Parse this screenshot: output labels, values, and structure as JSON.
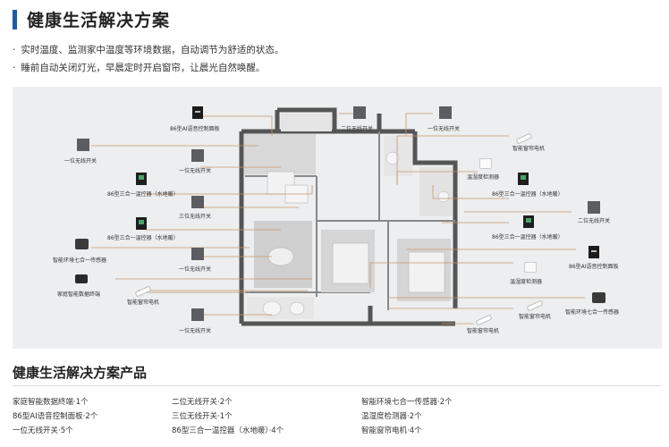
{
  "title": "健康生活解决方案",
  "bullets": [
    "实时温度、监测家中温度等环境数据，自动调节为舒适的状态。",
    "睡前自动关闭灯光，早晨定时开启窗帘，让晨光自然唤醒。"
  ],
  "devices": {
    "panel_top": "86型AI语音控制面板",
    "switch2_top": "二位无线开关",
    "switch1_top": "一位无线开关",
    "motor_top": "智能窗帘电机",
    "switch1_left": "一位无线开关",
    "switch1_mid1": "一位无线开关",
    "therm_left1": "86型三合一温控器（水地暖）",
    "switch3_left": "三位无线开关",
    "therm_left2": "86型三合一温控器（水地暖）",
    "sensor_left": "智能环境七合一传感器",
    "switch1_mid2": "一位无线开关",
    "hub_left": "家庭智能数据终端",
    "motor_left": "智能窗帘电机",
    "switch1_bottom": "一位无线开关",
    "hum_right1": "温湿度检测器",
    "therm_right1": "86型三合一温控器（水地暖）",
    "switch2_right": "二位无线开关",
    "therm_right2": "86型三合一温控器（水地暖）",
    "panel_right": "86型AI语音控制面板",
    "hum_right2": "温湿度检测器",
    "sensor_right": "智能环境七合一传感器",
    "motor_right2": "智能窗帘电机",
    "motor_bottom": "智能窗帘电机"
  },
  "section_title": "健康生活解决方案产品",
  "products": [
    [
      "家庭智能数据终端·1个",
      "86型AI语音控制面板·2个",
      "一位无线开关·5个"
    ],
    [
      "二位无线开关·2个",
      "三位无线开关·1个",
      "86型三合一温控器（水地暖）·4个"
    ],
    [
      "智能环境七合一传感器·2个",
      "温湿度检测器·2个",
      "智能窗帘电机·4个"
    ]
  ],
  "colors": {
    "accent": "#1e5aa8",
    "leader": "#c8966a"
  }
}
